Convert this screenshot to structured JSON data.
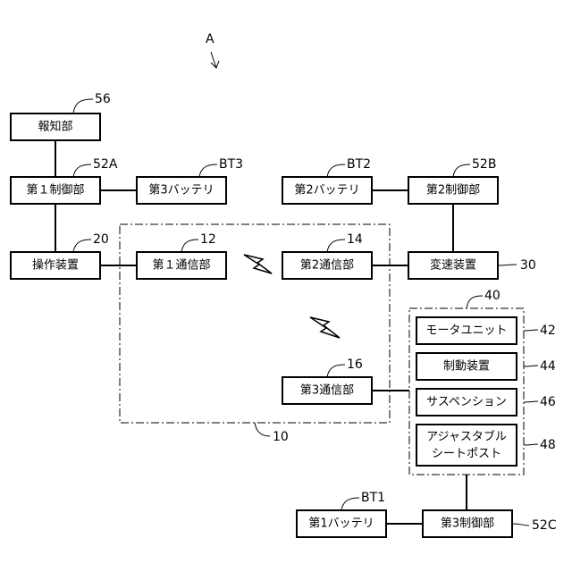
{
  "figure_label": "A",
  "blocks": {
    "houchi": {
      "label": "報知部",
      "ref": "56"
    },
    "ctrl1": {
      "label": "第１制御部",
      "ref": "52A"
    },
    "batt3": {
      "label": "第3バッテリ",
      "ref": "BT3"
    },
    "batt2": {
      "label": "第2バッテリ",
      "ref": "BT2"
    },
    "ctrl2": {
      "label": "第2制御部",
      "ref": "52B"
    },
    "operation": {
      "label": "操作装置",
      "ref": "20"
    },
    "comm1": {
      "label": "第１通信部",
      "ref": "12"
    },
    "comm2": {
      "label": "第2通信部",
      "ref": "14"
    },
    "shifter": {
      "label": "変速装置",
      "ref": "30"
    },
    "motor": {
      "label": "モータユニット",
      "ref": "42"
    },
    "brake": {
      "label": "制動装置",
      "ref": "44"
    },
    "suspension": {
      "label": "サスペンション",
      "ref": "46"
    },
    "seatpost": {
      "label_line1": "アジャスタブル",
      "label_line2": "シートポスト",
      "ref": "48"
    },
    "comm3": {
      "label": "第3通信部",
      "ref": "16"
    },
    "batt1": {
      "label": "第1バッテリ",
      "ref": "BT1"
    },
    "ctrl3": {
      "label": "第3制御部",
      "ref": "52C"
    }
  },
  "groups": {
    "communication_unit": {
      "ref": "10"
    },
    "component_group": {
      "ref": "40"
    }
  }
}
